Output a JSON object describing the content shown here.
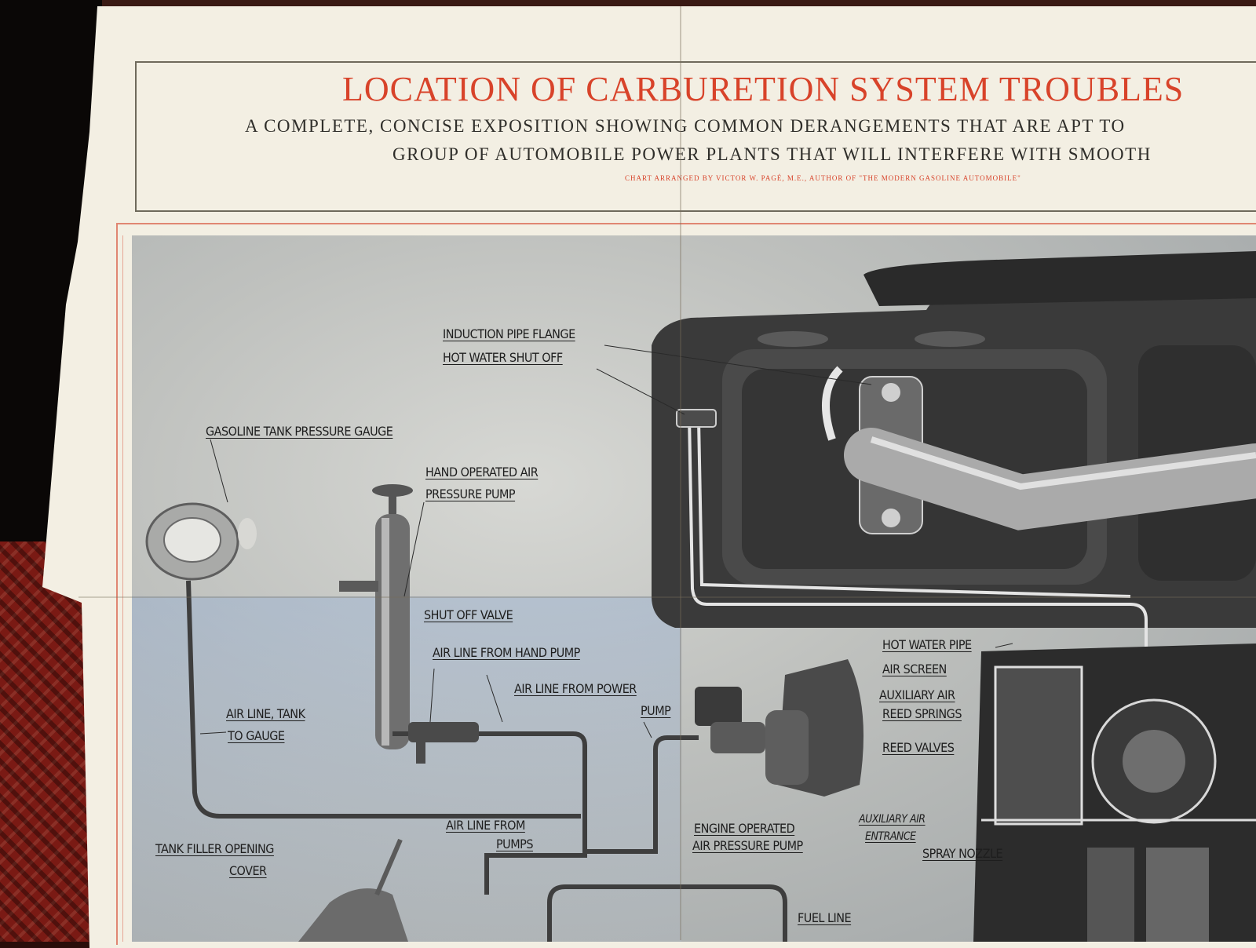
{
  "poster": {
    "title": "LOCATION OF CARBURETION SYSTEM TROUBLES",
    "subtitle_line1": "A COMPLETE, CONCISE EXPOSITION SHOWING COMMON DERANGEMENTS THAT ARE APT TO",
    "subtitle_line2": "GROUP OF AUTOMOBILE POWER PLANTS THAT WILL INTERFERE WITH SMOOTH",
    "credit": "CHART ARRANGED BY VICTOR W. PAGÉ, M.E., AUTHOR OF \"THE MODERN GASOLINE AUTOMOBILE\"",
    "colors": {
      "title": "#d8432a",
      "paper": "#f3efe3",
      "frame": "#e08672"
    }
  },
  "labels": {
    "induction_pipe_flange": "INDUCTION PIPE FLANGE",
    "hot_water_shut_off": "HOT WATER SHUT OFF",
    "gasoline_tank_pressure_gauge": "GASOLINE TANK PRESSURE GAUGE",
    "hand_operated_air_1": "HAND OPERATED AIR",
    "hand_operated_air_2": "PRESSURE PUMP",
    "shut_off_valve": "SHUT OFF VALVE",
    "air_line_from_hand_pump": "AIR LINE FROM HAND PUMP",
    "air_line_from_power_1": "AIR LINE FROM POWER",
    "air_line_from_power_2": "PUMP",
    "air_line_tank_1": "AIR LINE, TANK",
    "air_line_tank_2": "TO GAUGE",
    "hot_water_pipe": "HOT WATER PIPE",
    "air_screen": "AIR SCREEN",
    "auxiliary_air_1": "AUXILIARY AIR",
    "auxiliary_air_2": "REED SPRINGS",
    "reed_valves": "REED VALVES",
    "air_line_from_pumps_1": "AIR LINE FROM",
    "air_line_from_pumps_2": "PUMPS",
    "engine_operated_1": "ENGINE OPERATED",
    "engine_operated_2": "AIR PRESSURE PUMP",
    "auxiliary_air_entrance_1": "AUXILIARY AIR",
    "auxiliary_air_entrance_2": "ENTRANCE",
    "spray_nozzle": "SPRAY NOZZLE",
    "tank_filler_1": "TANK FILLER OPENING",
    "tank_filler_2": "COVER",
    "fuel_line": "FUEL LINE"
  }
}
